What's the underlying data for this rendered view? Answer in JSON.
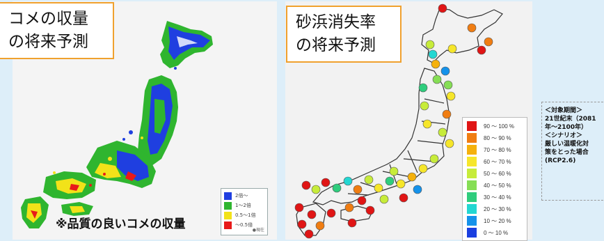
{
  "left_map": {
    "title_lines": [
      "コメの収量",
      "の将来予測"
    ],
    "note": "※品質の良いコメの収量",
    "legend": [
      {
        "label": "2倍～",
        "color": "#1f3fe0"
      },
      {
        "label": "1～2倍",
        "color": "#2fb52f"
      },
      {
        "label": "0.5～1倍",
        "color": "#f2e219"
      },
      {
        "label": "～0.5倍",
        "color": "#e81a1a"
      }
    ],
    "legend_foot": "●現在"
  },
  "right_map": {
    "title_lines": [
      "砂浜消失率",
      "の将来予測"
    ],
    "legend": [
      {
        "label": "90 ～ 100 %",
        "color": "#e01515"
      },
      {
        "label": "80 ～ 90 %",
        "color": "#f07d12"
      },
      {
        "label": "70 ～ 80 %",
        "color": "#f5b10c"
      },
      {
        "label": "60 ～ 70 %",
        "color": "#f6e62a"
      },
      {
        "label": "50 ～ 60 %",
        "color": "#c7ec3a"
      },
      {
        "label": "40 ～ 50 %",
        "color": "#86de55"
      },
      {
        "label": "30 ～ 40 %",
        "color": "#2fcd7d"
      },
      {
        "label": "20 ～ 30 %",
        "color": "#23d7d2"
      },
      {
        "label": "10 ～ 20 %",
        "color": "#1592ea"
      },
      {
        "label": "0 ～ 10 %",
        "color": "#1a3fe0"
      }
    ]
  },
  "info_box": {
    "lines": [
      "＜対象期間＞",
      "21世紀末（2081",
      "年～2100年）",
      "＜シナリオ＞",
      "厳しい温暖化対",
      "策をとった場合",
      "(RCP2.6)"
    ]
  }
}
